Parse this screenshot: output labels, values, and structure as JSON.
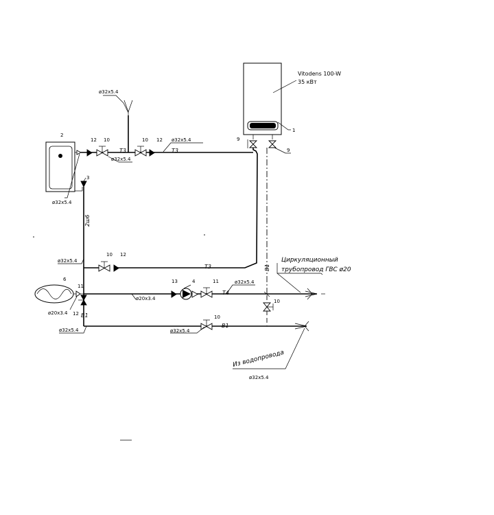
{
  "boiler": {
    "model": "Vitodens 100-W",
    "power": "35 кВт",
    "number": "1"
  },
  "numbers": {
    "tank": "2",
    "n3": "3",
    "pump": "4",
    "expansion": "6",
    "v9_left": "9",
    "v9_right": "9",
    "v10_top_a": "10",
    "v10_top_b": "10",
    "v10_mid": "10",
    "v10_bot": "10",
    "v10_vert": "10",
    "v11_left": "11",
    "v11_right": "11",
    "v12_top_a": "12",
    "v12_top_b": "12",
    "v12_mid": "12",
    "v12_low": "12",
    "v13": "13"
  },
  "pipes": {
    "d32_top": "ø32x5.4",
    "d32_t3_a": "ø32x5.4",
    "d32_t3_b": "ø32x5.4",
    "d32_tank": "ø32x5.4",
    "d32_mid": "ø32x5.4",
    "d32_t4": "ø32x5.4",
    "d20_exp": "ø20x3.4",
    "d20_pump": "ø20x3.4",
    "d32_b1_left": "ø32x5.4",
    "d32_b1_right": "ø32x5.4",
    "d32_bottom": "ø32x5.4"
  },
  "line_codes": {
    "t3_a": "T3",
    "t3_b": "T3",
    "t3_mid": "T3",
    "t4": "T4",
    "b1": "B1",
    "b1_left": "B1",
    "b1_vert": "B1",
    "vertical": "2ш6"
  },
  "circulation": {
    "line1": "Циркуляционный",
    "line2": "трубопровод ГВС ø20"
  },
  "water_supply": "Из водопровода"
}
